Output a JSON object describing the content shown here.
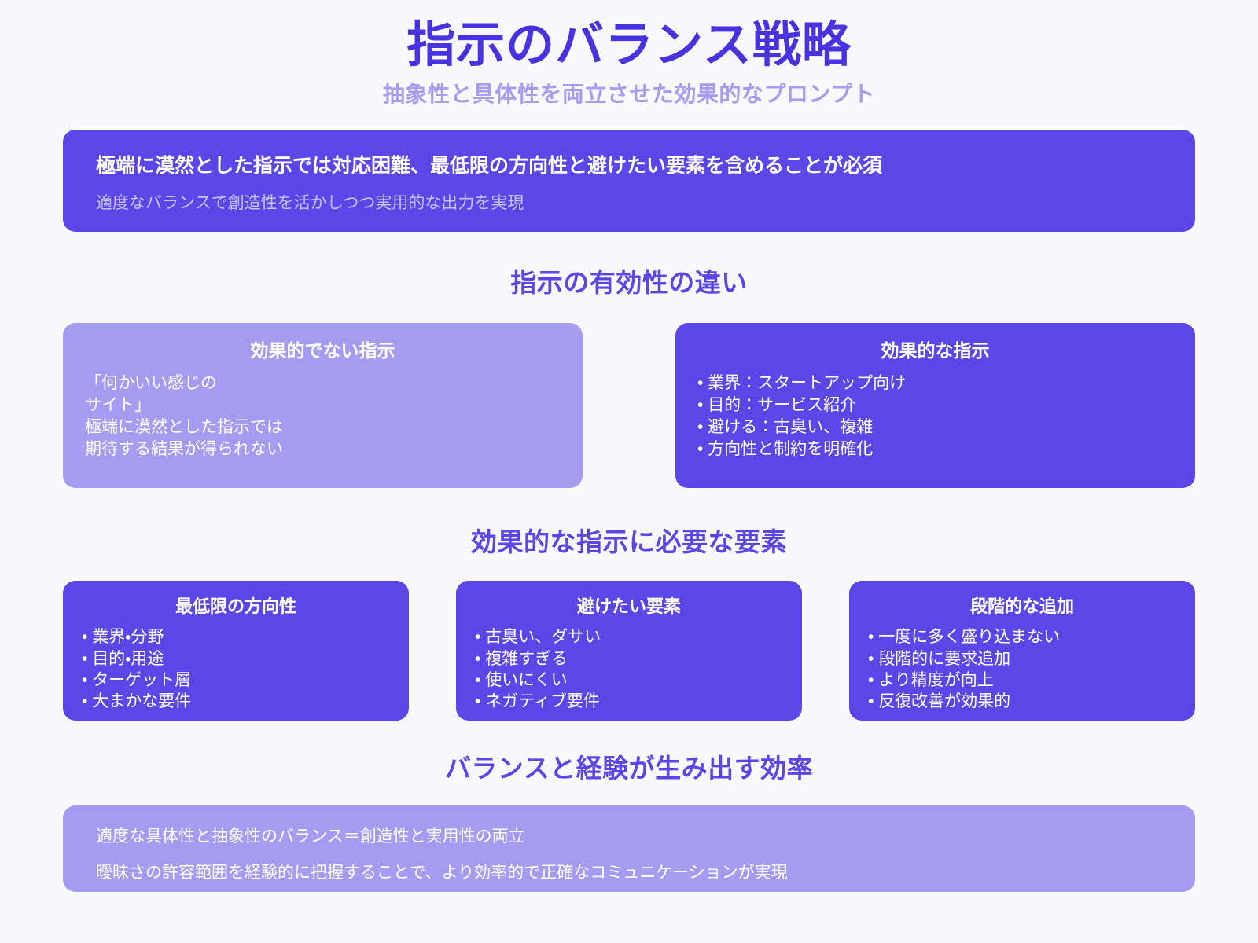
{
  "header": {
    "title": "指示のバランス戦略",
    "subtitle": "抽象性と具体性を両立させた効果的なプロンプト",
    "title_color": "#4733e0",
    "subtitle_color": "#a79cee"
  },
  "hero": {
    "headline": "極端に漠然とした指示では対応困難、最低限の方向性と避けたい要素を含めることが必須",
    "sub": "適度なバランスで創造性を活かしつつ実用的な出力を実現",
    "background_color": "#5b47e8"
  },
  "sections": [
    {
      "heading": "指示の有効性の違い"
    },
    {
      "heading": "効果的な指示に必要な要素"
    },
    {
      "heading": "バランスと経験が生み出す効率"
    }
  ],
  "compare": {
    "weak": {
      "title": "効果的でない指示",
      "background_color": "#a59bf0",
      "lines": [
        "「何かいい感じの",
        "サイト」",
        "極端に漠然とした指示では",
        "期待する結果が得られない"
      ]
    },
    "strong": {
      "title": "効果的な指示",
      "background_color": "#5b47e8",
      "lines": [
        "業界：スタートアップ向け",
        "目的：サービス紹介",
        "避ける：古臭い、複雑",
        "方向性と制約を明確化"
      ]
    }
  },
  "elements": [
    {
      "title": "最低限の方向性",
      "lines": [
        "業界・分野",
        "目的・用途",
        "ターゲット層",
        "大まかな要件"
      ]
    },
    {
      "title": "避けたい要素",
      "lines": [
        "古臭い、ダサい",
        "複雑すぎる",
        "使いにくい",
        "ネガティブ要件"
      ]
    },
    {
      "title": "段階的な追加",
      "lines": [
        "一度に多く盛り込まない",
        "段階的に要求追加",
        "より精度が向上",
        "反復改善が効果的"
      ]
    }
  ],
  "footer": {
    "background_color": "#a59bf0",
    "lines": [
      "適度な具体性と抽象性のバランス＝創造性と実用性の両立",
      "曖昧さの許容範囲を経験的に把握することで、より効率的で正確なコミュニケーションが実現"
    ]
  }
}
